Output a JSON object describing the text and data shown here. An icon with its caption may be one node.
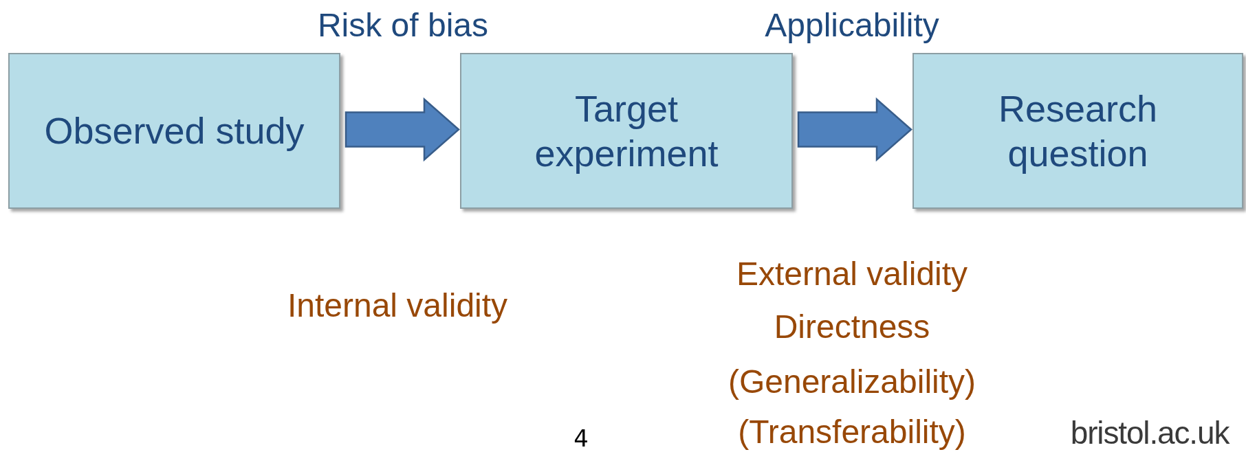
{
  "diagram": {
    "nodes": [
      {
        "text": [
          "Observed study"
        ]
      },
      {
        "text": [
          "Target experiment"
        ]
      },
      {
        "text": [
          "Research question"
        ]
      }
    ],
    "edges": [
      {
        "from": 0,
        "to": 1,
        "arrow": "to"
      },
      {
        "from": 1,
        "to": 2,
        "arrow": "to"
      }
    ],
    "labels": [
      "Risk of bias",
      "Applicability",
      "Internal validity",
      "External validity",
      "Directness",
      "(Generalizability)",
      "(Transferability)",
      "4",
      "bristol.ac.uk"
    ]
  }
}
